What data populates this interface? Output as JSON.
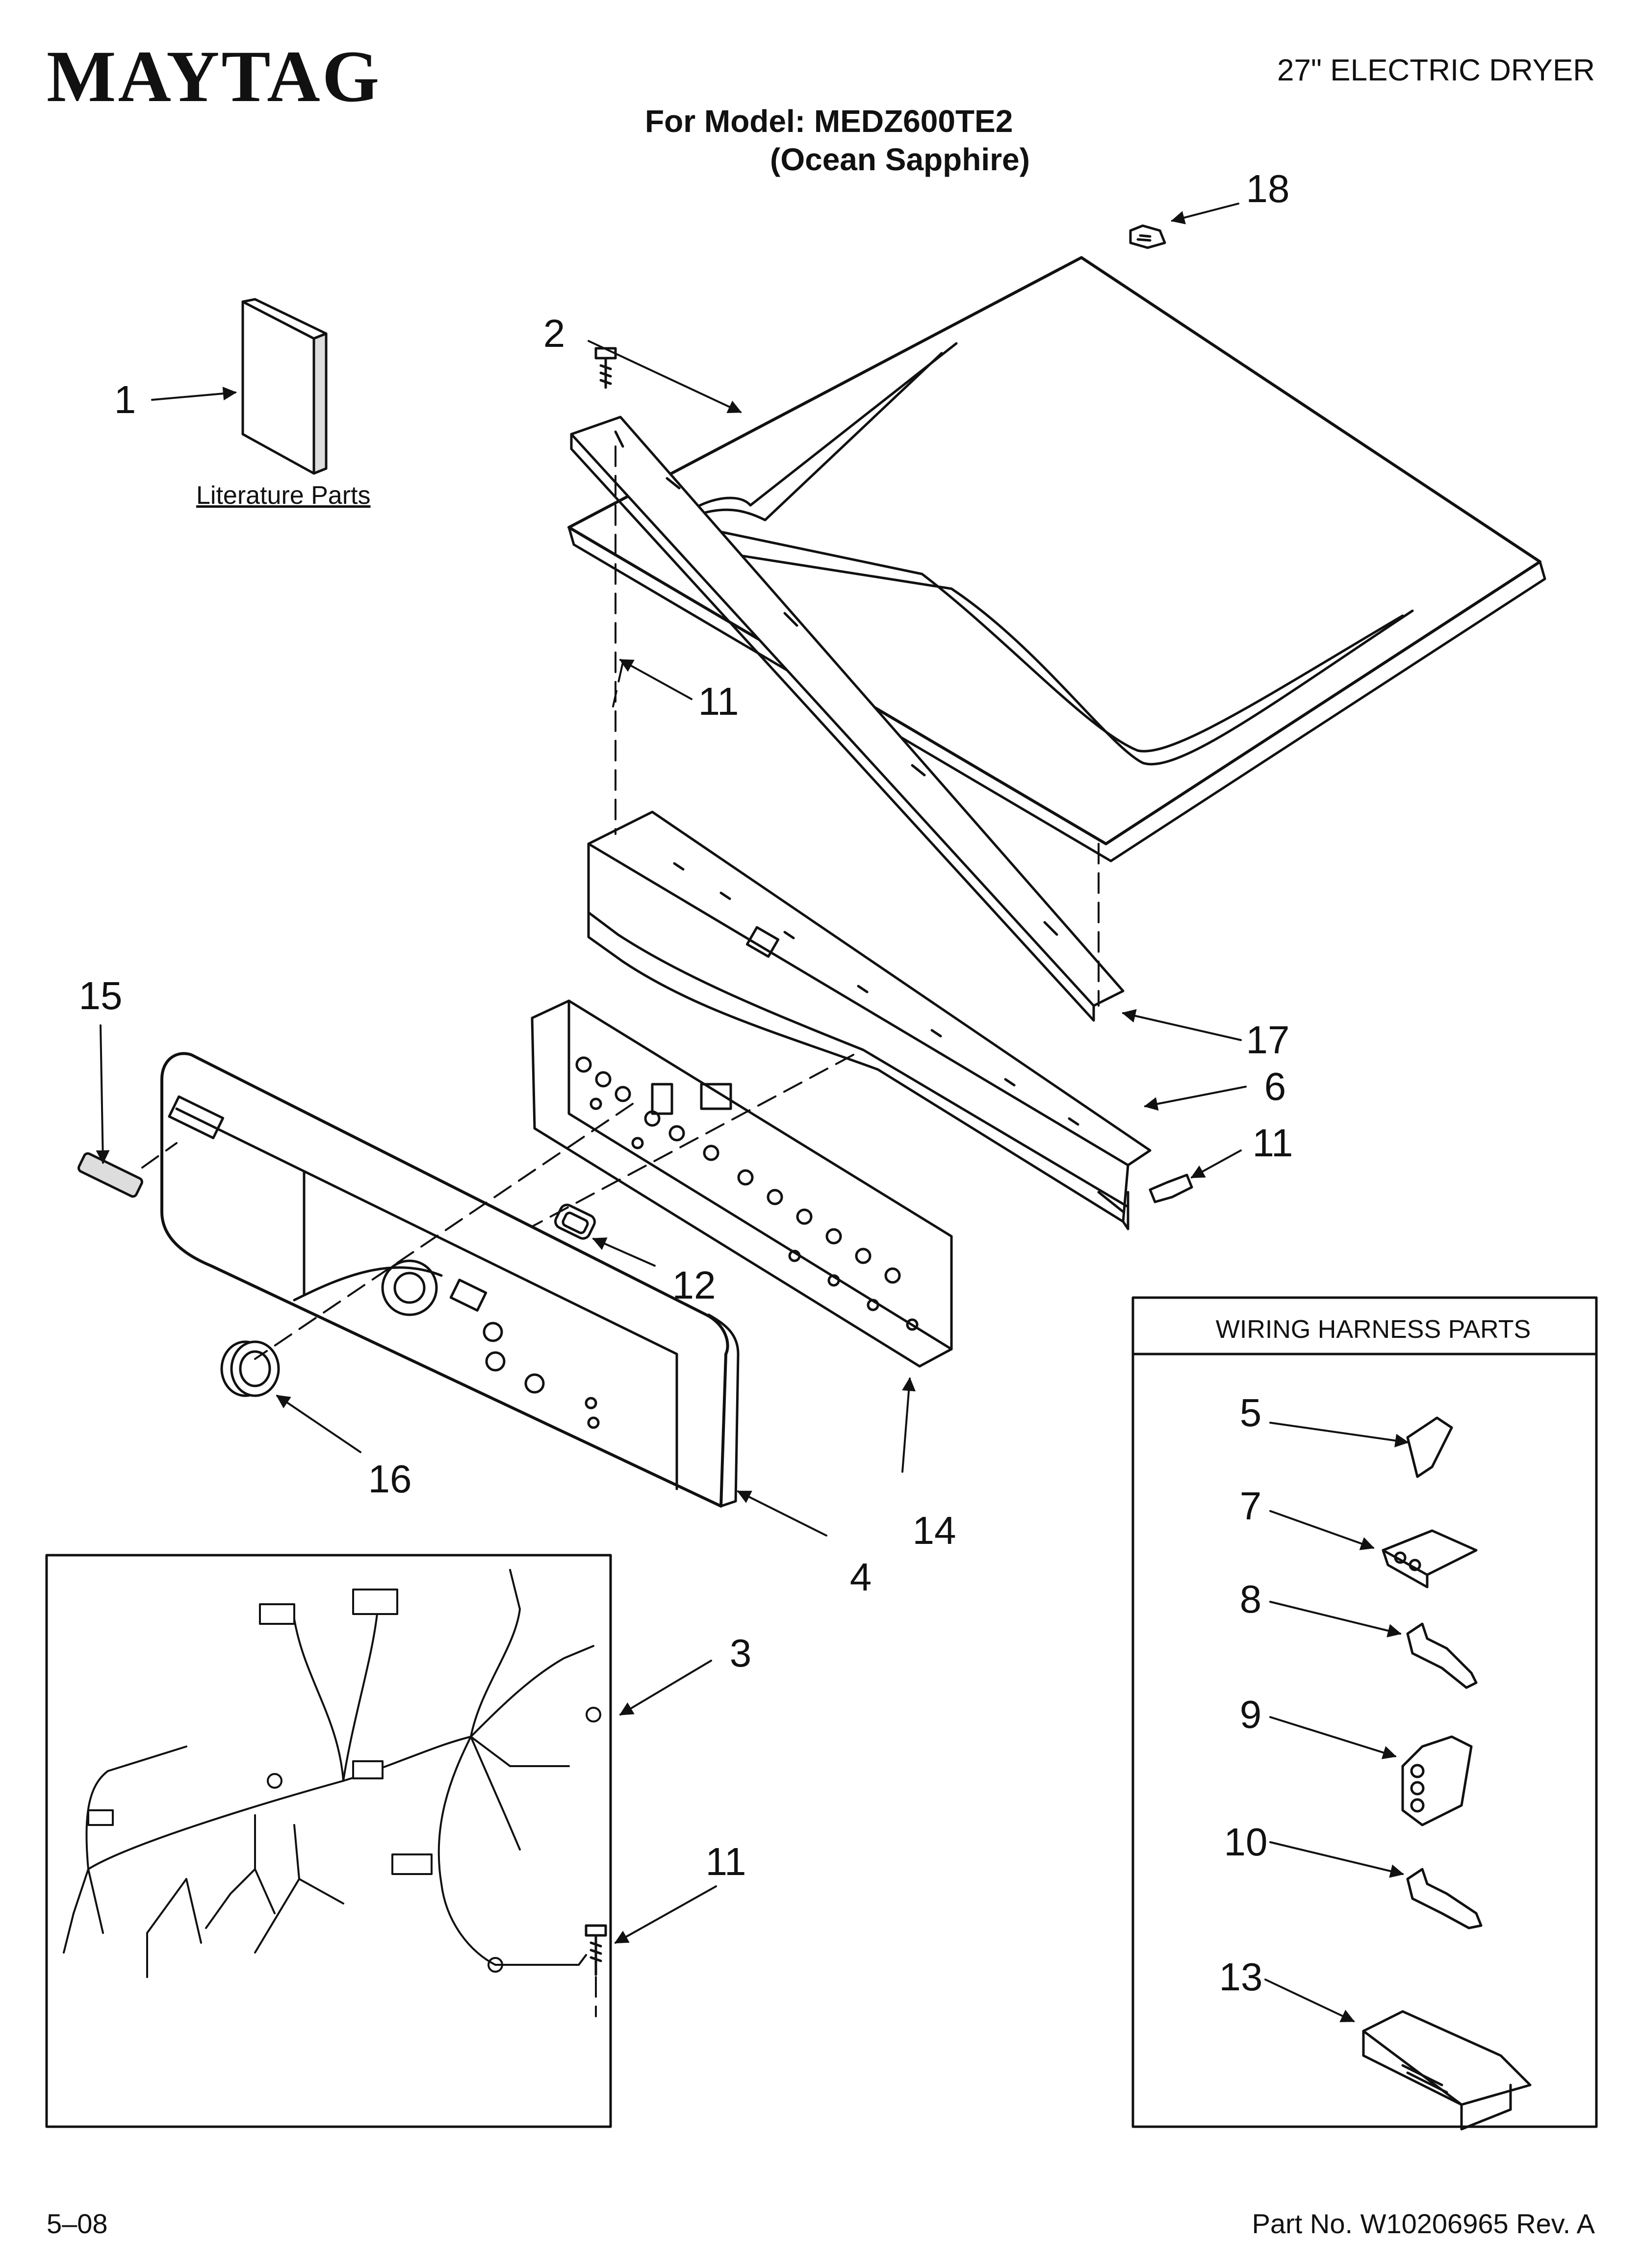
{
  "brand": "MAYTAG",
  "doc_title": "27\" ELECTRIC DRYER",
  "model_line": "For Model: MEDZ600TE2",
  "model_color": "(Ocean Sapphire)",
  "literature_label": "Literature Parts",
  "harness_box_title": "WIRING HARNESS PARTS",
  "footer_date": "5–08",
  "footer_part_no": "Part No. W10206965 Rev. A",
  "callouts": [
    "1",
    "2",
    "3",
    "4",
    "5",
    "6",
    "7",
    "8",
    "9",
    "10",
    "11",
    "11",
    "11",
    "12",
    "13",
    "14",
    "15",
    "16",
    "17",
    "18"
  ],
  "colors": {
    "ink": "#111111",
    "background": "#ffffff"
  }
}
